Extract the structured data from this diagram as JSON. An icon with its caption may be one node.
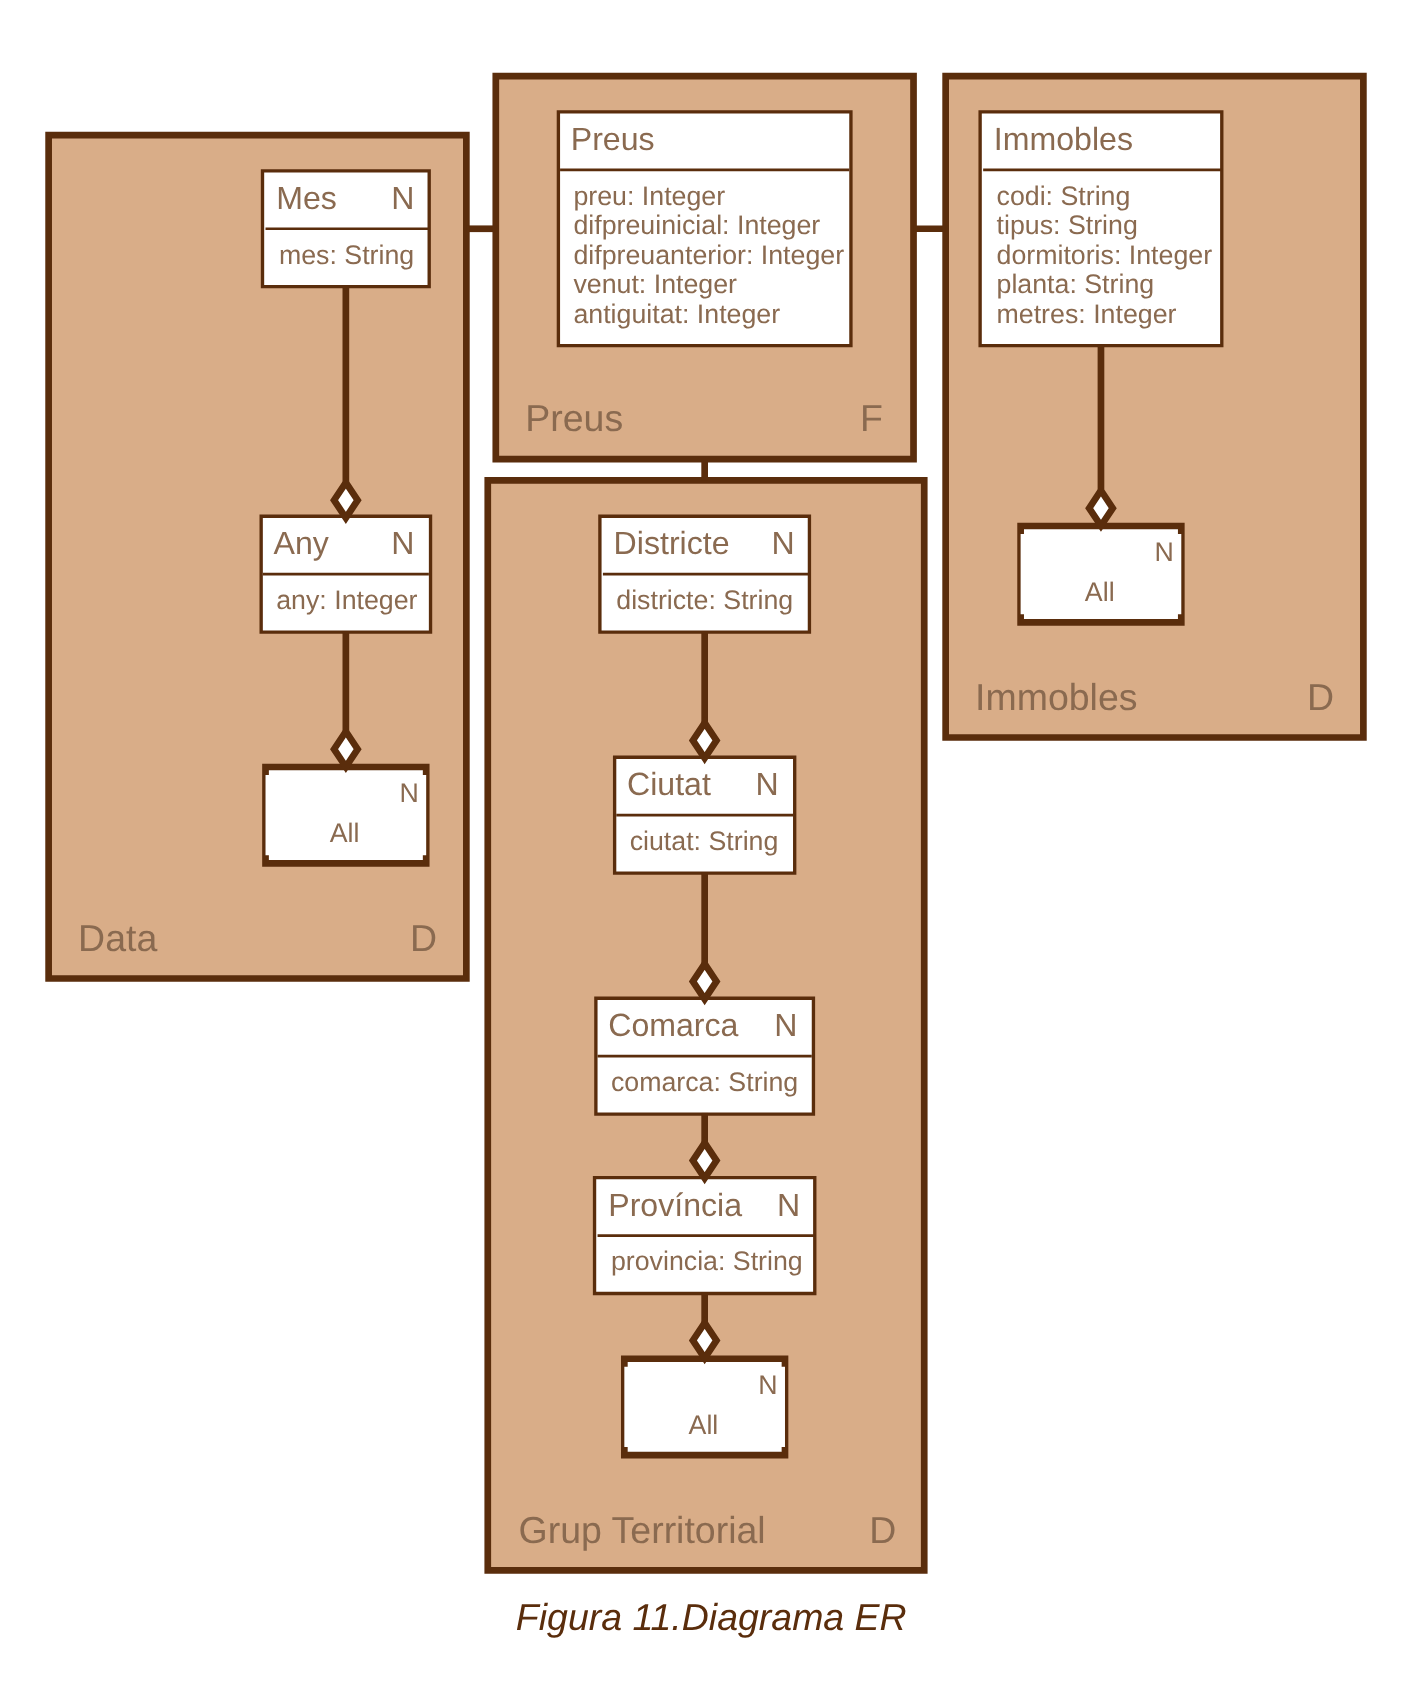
{
  "diagram": {
    "caption": "Figura 11.Diagrama ER",
    "nodes": [
      {
        "text": [
          "Data",
          "D"
        ]
      },
      {
        "text": [
          "Mes",
          "N",
          "mes: String"
        ],
        "in": 0
      },
      {
        "text": [
          "Any",
          "N",
          "any: Integer"
        ],
        "in": 0
      },
      {
        "text": [
          "N",
          "All"
        ],
        "in": 0
      },
      {
        "text": [
          "Preus",
          "F"
        ]
      },
      {
        "text": [
          "Preus",
          "preu: Integer",
          "difpreuinicial: Integer",
          "difpreuanterior: Integer",
          "venut: Integer",
          "antiguitat: Integer"
        ],
        "in": 4
      },
      {
        "text": [
          "Immobles",
          "D"
        ]
      },
      {
        "text": [
          "Immobles",
          "codi: String",
          "tipus: String",
          "dormitoris: Integer",
          "planta: String",
          "metres: Integer"
        ],
        "in": 6
      },
      {
        "text": [
          "N",
          "All"
        ],
        "in": 6
      },
      {
        "text": [
          "Grup Territorial",
          "D"
        ]
      },
      {
        "text": [
          "Districte",
          "N",
          "districte: String"
        ],
        "in": 9
      },
      {
        "text": [
          "Ciutat",
          "N",
          "ciutat: String"
        ],
        "in": 9
      },
      {
        "text": [
          "Comarca",
          "N",
          "comarca: String"
        ],
        "in": 9
      },
      {
        "text": [
          "Província",
          "N",
          "provincia: String"
        ],
        "in": 9
      },
      {
        "text": [
          "N",
          "All"
        ],
        "in": 9
      }
    ],
    "edges": [
      {
        "from": 0,
        "to": 4,
        "arrow": "none"
      },
      {
        "from": 4,
        "to": 6,
        "arrow": "none"
      },
      {
        "from": 4,
        "to": 9,
        "arrow": "none"
      },
      {
        "from": 1,
        "to": 2,
        "arrow": "other"
      },
      {
        "from": 2,
        "to": 3,
        "arrow": "other"
      },
      {
        "from": 7,
        "to": 8,
        "arrow": "other"
      },
      {
        "from": 10,
        "to": 11,
        "arrow": "other"
      },
      {
        "from": 11,
        "to": 12,
        "arrow": "other"
      },
      {
        "from": 12,
        "to": 13,
        "arrow": "other"
      },
      {
        "from": 13,
        "to": 14,
        "arrow": "other"
      }
    ]
  }
}
